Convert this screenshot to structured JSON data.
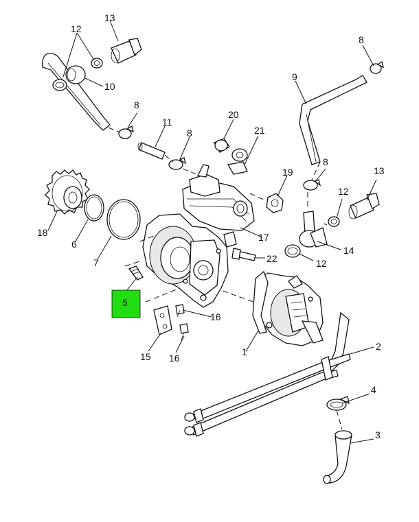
{
  "callouts": {
    "c1": "1",
    "c2": "2",
    "c3": "3",
    "c4": "4",
    "c5": "5",
    "c6": "6",
    "c7": "7",
    "c8a": "8",
    "c8b": "8",
    "c8c": "8",
    "c8d": "8",
    "c9": "9",
    "c10": "10",
    "c11": "11",
    "c12a": "12",
    "c12b": "12",
    "c12c": "12",
    "c13a": "13",
    "c13b": "13",
    "c14": "14",
    "c15": "15",
    "c16a": "16",
    "c16b": "16",
    "c17": "17",
    "c18": "18",
    "c19": "19",
    "c20": "20",
    "c21": "21",
    "c22": "22"
  },
  "colors": {
    "highlight": "#22dd11",
    "ink": "#111111",
    "background": "#ffffff"
  }
}
